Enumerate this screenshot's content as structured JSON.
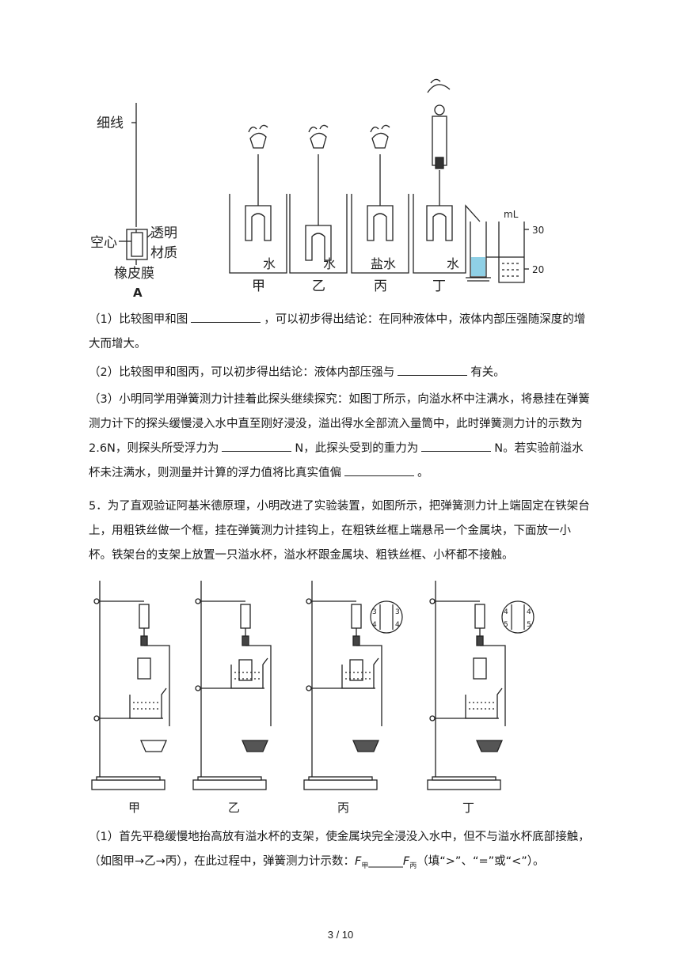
{
  "figure1": {
    "probe_labels": {
      "thread": "细线",
      "hollow": "空心",
      "transparent": "透明",
      "material": "材质",
      "membrane": "橡皮膜",
      "caption": "A"
    },
    "beakers": [
      {
        "liquid": "水",
        "caption": "甲"
      },
      {
        "liquid": "水",
        "caption": "乙"
      },
      {
        "liquid": "盐水",
        "caption": "丙"
      },
      {
        "liquid": "水",
        "caption": "丁"
      }
    ],
    "cylinder": {
      "unit": "mL",
      "ticks": [
        "30",
        "20"
      ]
    }
  },
  "questions1": [
    {
      "pre": "（1）比较图甲和图",
      "post": "，可以初步得出结论：在同种液体中，液体内部压强随深度的增大而增大。"
    },
    {
      "pre": "（2）比较图甲和图丙，可以初步得出结论：液体内部压强与",
      "post": "有关。"
    },
    {
      "p1": "（3）小明同学用弹簧测力计挂着此探头继续探究：如图丁所示，向溢水杯中注满水，将悬挂在弹簧测力计下的探头缓慢浸入水中直至刚好浸没，溢出得水全部流入量筒中，此时弹簧测力计的示数为 2.6N，则探头所受浮力为",
      "p2": "N，此探头受到的重力为",
      "p3": "N。若实验前溢水杯未注满水，则测量并计算的浮力值将比真实值偏",
      "p4": "。"
    }
  ],
  "problem5": "5．为了直观验证阿基米德原理，小明改进了实验装置，如图所示，把弹簧测力计上端固定在铁架台上，用粗铁丝做一个框，挂在弹簧测力计挂钩上，在粗铁丝框上端悬吊一个金属块，下面放一小杯。铁架台的支架上放置一只溢水杯，溢水杯跟金属块、粗铁丝框、小杯都不接触。",
  "figure2": {
    "captions": [
      "甲",
      "乙",
      "丙",
      "丁"
    ],
    "zoom_bing": {
      "left": [
        "3",
        "4"
      ],
      "right": [
        "3",
        "4"
      ]
    },
    "zoom_ding": {
      "left": [
        "4",
        "5"
      ],
      "right": [
        "4",
        "5"
      ]
    }
  },
  "question5_1": {
    "p1": "（1）首先平稳缓慢地抬高放有溢水杯的支架，使金属块完全浸没入水中，但不与溢水杯底部接触，（如图甲→乙→丙），在此过程中，弹簧测力计示数：",
    "f": "F",
    "sub1": "甲",
    "blank": "______",
    "sub2": "丙",
    "p2": "（填“>”、“=”或“<”）。"
  },
  "page_number": "3 / 10"
}
